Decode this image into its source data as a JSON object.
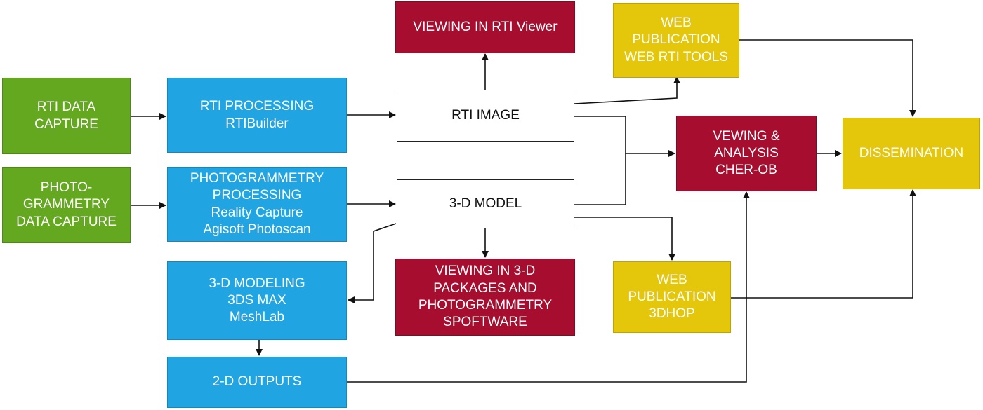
{
  "diagram": {
    "nodes": {
      "rti_capture": "RTI  DATA\nCAPTURE",
      "photo_capture": "PHOTO-\nGRAMMETRY\nDATA CAPTURE",
      "rti_processing": "RTI PROCESSING\nRTIBuilder",
      "photogrammetry_processing": "PHOTOGRAMMETRY\nPROCESSING\nReality Capture\nAgisoft Photoscan",
      "modeling": "3-D MODELING\n3DS MAX\nMeshLab",
      "outputs_2d": "2-D OUTPUTS",
      "rti_image": "RTI IMAGE",
      "model_3d": "3-D MODEL",
      "viewing_rti": "VIEWING IN RTI Viewer",
      "viewing_3d": "VIEWING IN 3-D\nPACKAGES AND\nPHOTOGRAMMETRY\nSPOFTWARE",
      "web_rti": "WEB\nPUBLICATION\nWEB RTI TOOLS",
      "viewing_analysis": "VEWING &\nANALYSIS\nCHER-OB",
      "web_3dhop": "WEB\nPUBLICATION\n3DHOP",
      "dissemination": "DISSEMINATION"
    },
    "colors": {
      "green": "#63a81f",
      "blue": "#20a4e2",
      "red": "#a60d2e",
      "yellow": "#e4c60b",
      "line": "#111111"
    }
  }
}
